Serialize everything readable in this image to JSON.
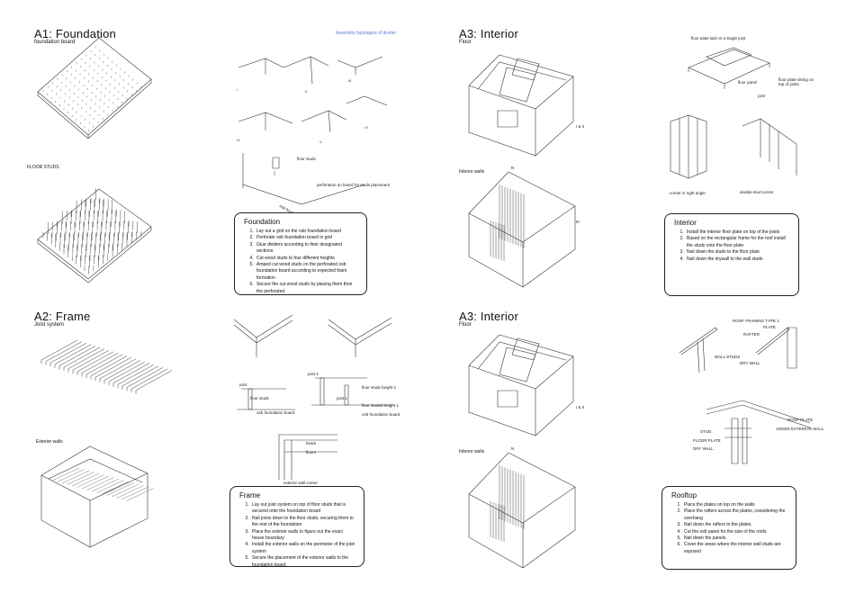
{
  "titles": {
    "a1": "A1: Foundation",
    "a1_sub": "foundation board",
    "a2": "A2: Frame",
    "a2_sub": "Joist system",
    "a3_top": "A3: Interior",
    "a3_top_sub": "Floor",
    "a3_bottom": "A3: Interior",
    "a3_bottom_sub": "Floor"
  },
  "labels": {
    "floor_studs": "FLOOR STUDS",
    "assembly": "Assembly typologies of divider",
    "exterior_walls": "Exterior walls",
    "interior_walls_top": "Interior walls",
    "interior_walls_bottom": "Interior walls",
    "floor_studs_small": "floor studs",
    "perforation": "perforation on board for studs  placement",
    "osb_board": "osb foundation board",
    "joist": "joist",
    "joist2": "joist 2",
    "joist1": "joist 1",
    "floor_studs2": "floor studs",
    "floor_studs_h2": "floor studs height 2",
    "floor_studs_h1": "floor studed height 1",
    "osb_board2": "osb foundation board",
    "osb_board3": "osb foundation board",
    "beam": "beam",
    "floors": "floors",
    "ext_wall_corner": "exterior wall corner",
    "n": "N",
    "n2": "N",
    "i_ii": "I & II",
    "i_ii_2": "I & II",
    "iii": "III",
    "floor_plate_laid": "floor plate laid on a single joist",
    "floor_plate_sitting": "floor plate sitting on top of joists",
    "floor_panel": "floor panel",
    "joist_r": "joist",
    "corner_right": "corner in right angle",
    "double_stud": "double-stud corner",
    "roof_framing": "ROOF FRAMING TYPE 1",
    "plate": "PLATE",
    "rafter": "RAFTER",
    "wall_studs": "WALL STUDS",
    "dry_wall": "DRY WALL",
    "roof_plate": "ROOF PLATE",
    "added_ext_wall": "ADDED EXTERIOR WALL",
    "stud": "STUD",
    "floor_plate": "FLOOR PLATE",
    "dry_wall2": "DRY WALL"
  },
  "boxes": {
    "foundation": {
      "title": "Foundation",
      "steps": [
        "Lay out a grid on the osb foundation board",
        "Perforate osb foundation board in grid",
        "Glue dividers according to their designated sections",
        "Cut wood studs to four different heights",
        "Amped cut wood studs on the perforated osb foundation board according to expected foam formation",
        "Secure the cut wood studs by placing them thon the perforated"
      ]
    },
    "frame": {
      "title": "Frame",
      "steps": [
        "Lay out joist system on top of floor studs that is secured onto the foundation board",
        "Nail joists down to the floor studs, securing them to the rest of the foundation",
        "Place the exterior walls to figure out the exact house boundary",
        "Install the exterior walls on the perimeter of the joist system",
        "Secure the placement of the exterior walls to the foundation board"
      ]
    },
    "interior": {
      "title": "Interior",
      "steps": [
        "Install the interior floor plate on top of the joists",
        "Based on the rectangular frame for the roof install the studs onto the floor plate",
        "Nail down the studs to the floor plate",
        "Nail down the drywall to the wall studs"
      ]
    },
    "rooftop": {
      "title": "Rooftop",
      "steps": [
        "Place the plates on top on the walls",
        "Place the rafters across the plates, considering the overhang",
        "Nail down the rafters to the plates",
        "Cut the osb panel for the size of the roofs",
        "Nail down the panels.",
        "Cover the areas where the interior wall studs are exposed"
      ]
    }
  },
  "colors": {
    "ink": "#222222",
    "accent": "#5b7bd0"
  }
}
